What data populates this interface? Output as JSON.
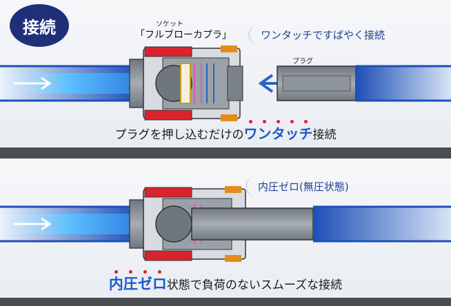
{
  "badge": {
    "label": "接続"
  },
  "socket": {
    "caption": "ソケット",
    "name": "「フルブローカプラ」"
  },
  "plug": {
    "caption": "プラグ"
  },
  "callout_top": {
    "text": "ワンタッチですばやく接続"
  },
  "callout_bottom": {
    "text": "内圧ゼロ(無圧状態)"
  },
  "caption_top": {
    "before": "プラグを押し込むだけの",
    "emphasis": "ワンタッチ",
    "after": "接続"
  },
  "caption_bottom": {
    "emphasis": "内圧ゼロ",
    "after": "状態で負荷のないスムーズな接続"
  },
  "colors": {
    "badge_bg": "#1f2f7a",
    "hose_blue": "#1d4fb6",
    "flow_light": "#9fdcff",
    "metal": "#8a9098",
    "red_sleeve": "#d9232d",
    "orange_parts": "#e88a1a",
    "emphasis_text": "#1b57c9",
    "divider": "#4a4d52"
  },
  "icons": {
    "arrow_insert": "arrow-left-icon",
    "flow_arrow": "arrow-right-icon"
  }
}
